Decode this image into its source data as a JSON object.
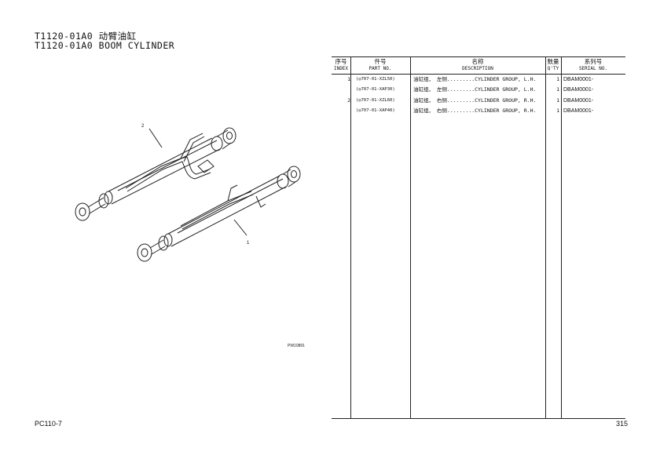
{
  "header": {
    "title_cn": "T1120-01A0 动臂油缸",
    "title_en": "T1120-01A0 BOOM CYLINDER"
  },
  "footer": {
    "model": "PC110-7",
    "page": "315"
  },
  "illustration": {
    "figure_id": "PW10891",
    "callouts": [
      "2",
      "1"
    ]
  },
  "table": {
    "headers": [
      {
        "cn": "序号",
        "en": "INDEX"
      },
      {
        "cn": "件号",
        "en": "PART NO."
      },
      {
        "cn": "名称",
        "en": "DESCRIPTION"
      },
      {
        "cn": "数量",
        "en": "Q'TY"
      },
      {
        "cn": "系列号",
        "en": "SERIAL NO."
      }
    ],
    "rows": [
      {
        "index": "1",
        "part": "(◎707-01-XZL50)",
        "desc": "油缸组， 左侧.........CYLINDER GROUP, L.H.",
        "qty": "1",
        "serial": "DBAM0001-"
      },
      {
        "index": "",
        "part": "(◎707-01-XAP30)",
        "desc": "油缸组， 左侧.........CYLINDER GROUP, L.H.",
        "qty": "1",
        "serial": "DBAM0001-"
      },
      {
        "index": "2",
        "part": "(◎707-01-XZL60)",
        "desc": "油缸组， 右侧.........CYLINDER GROUP, R.H.",
        "qty": "1",
        "serial": "DBAM0001-"
      },
      {
        "index": "",
        "part": "(◎707-01-XAP40)",
        "desc": "油缸组， 右侧.........CYLINDER GROUP, R.H.",
        "qty": "1",
        "serial": "DBAM0001-"
      }
    ]
  }
}
